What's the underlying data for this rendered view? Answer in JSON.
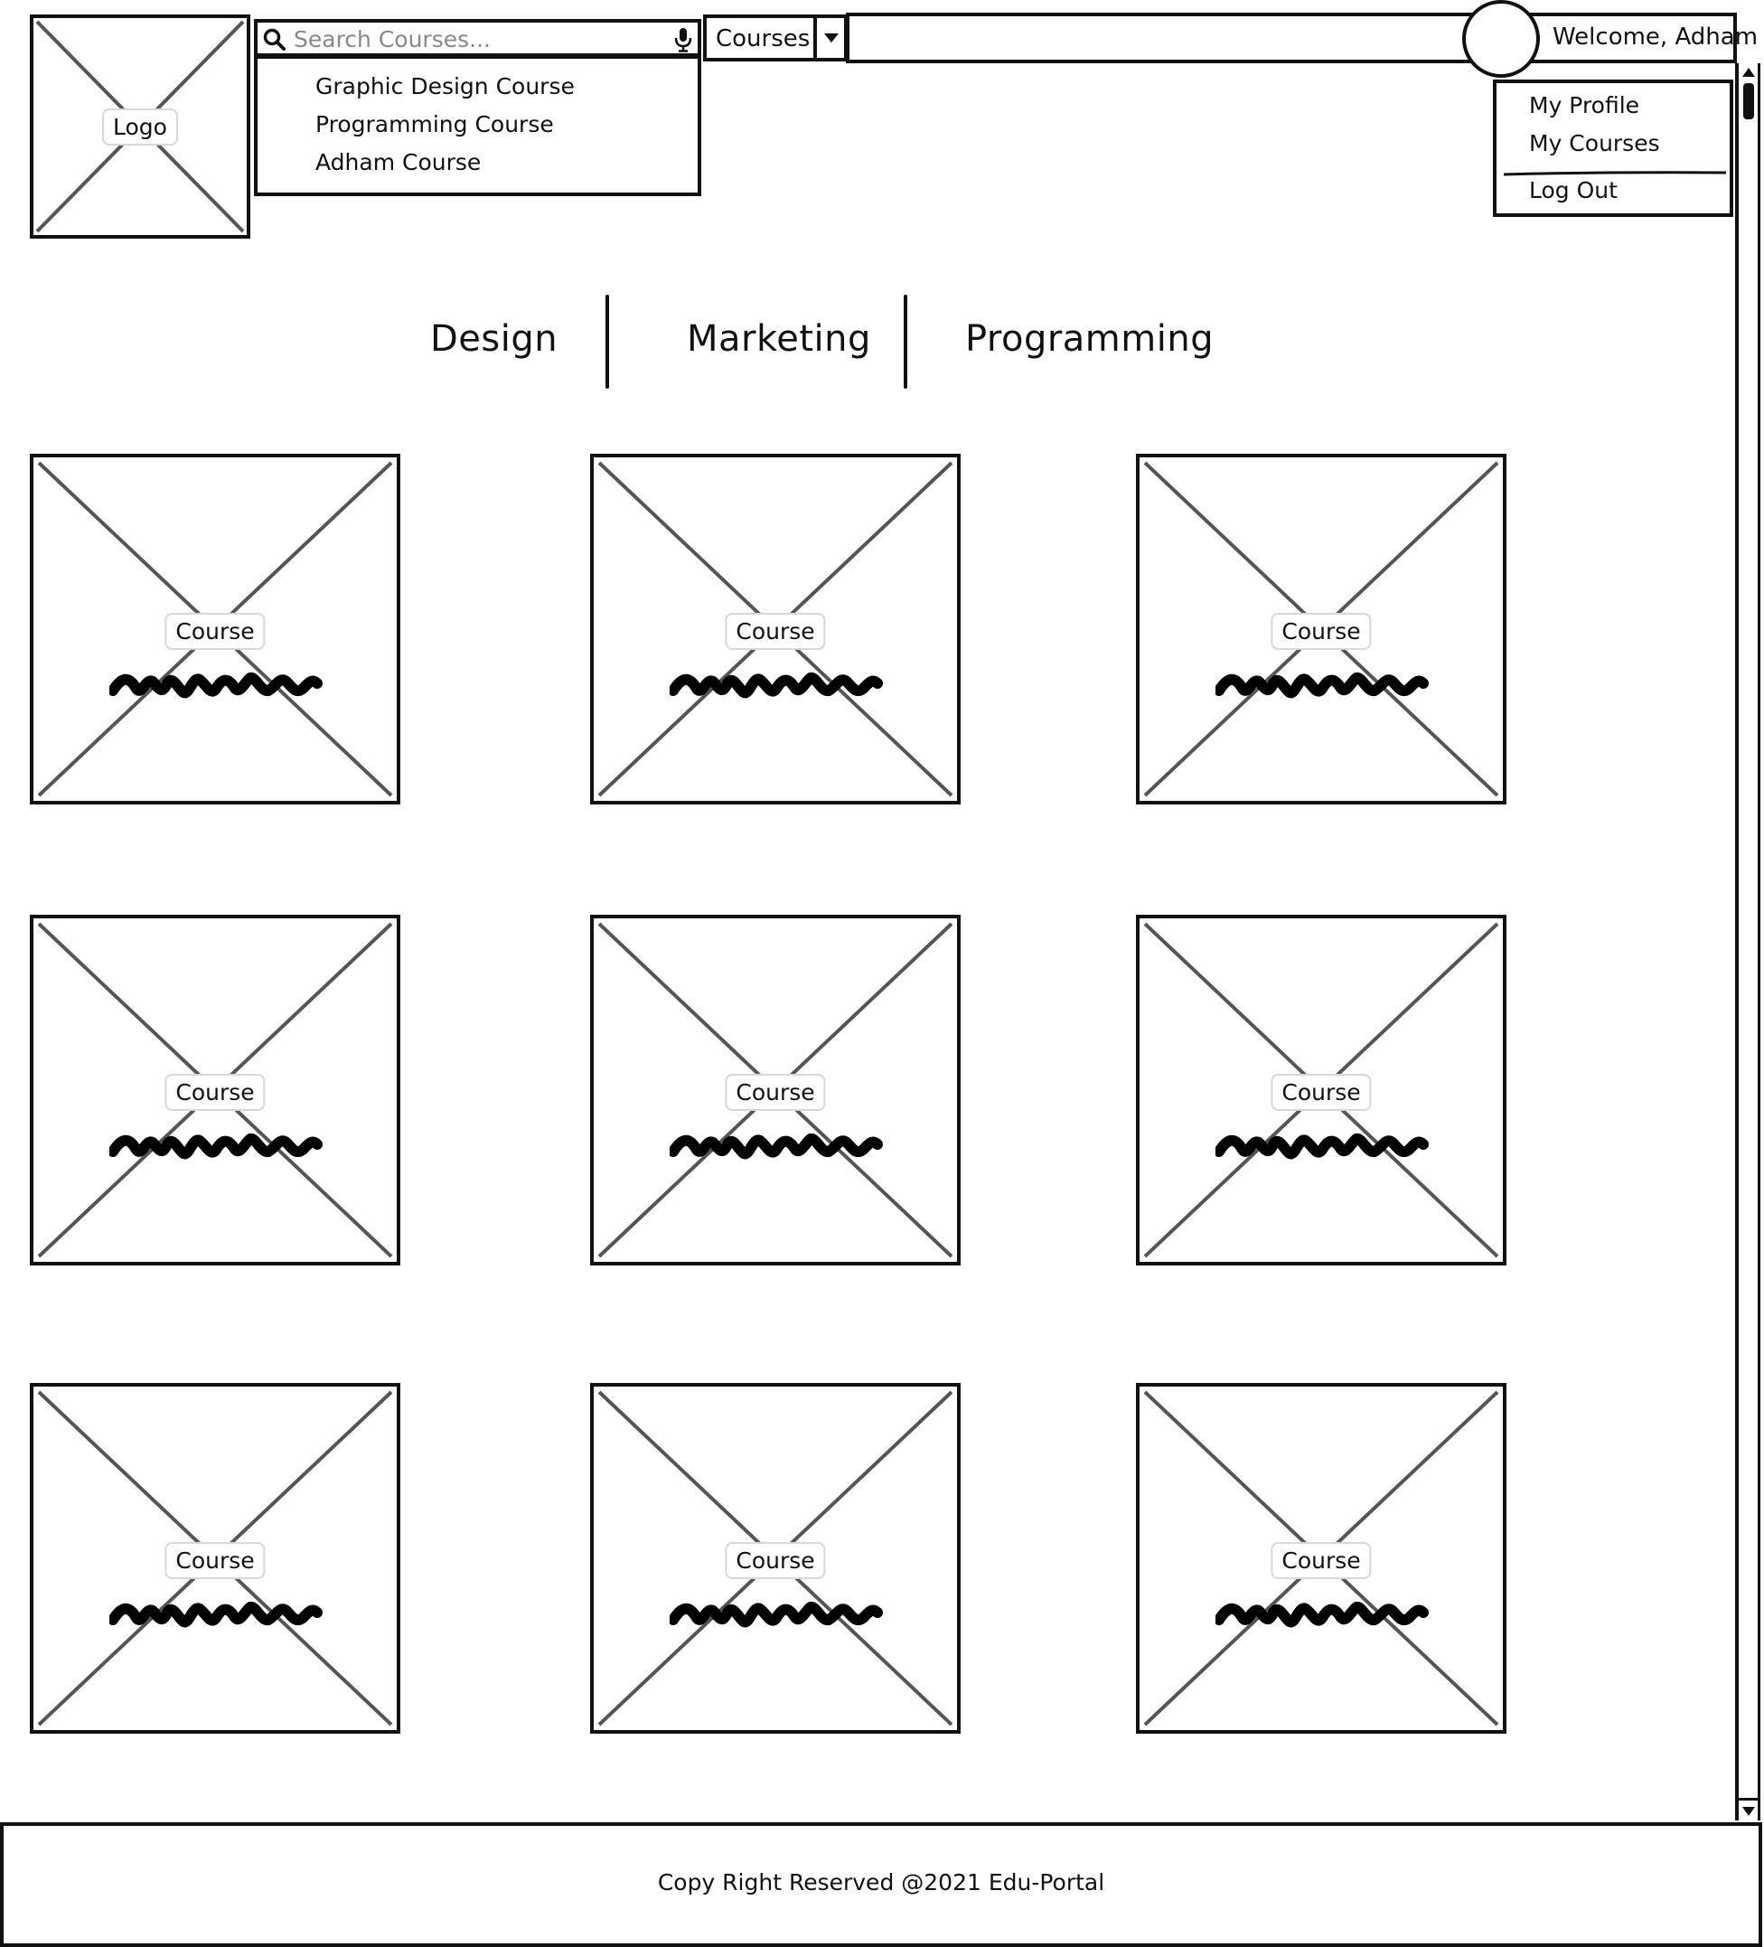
{
  "header": {
    "logo_label": "Logo",
    "search": {
      "placeholder": "Search Courses...",
      "value": ""
    },
    "search_suggestions": [
      "Graphic Design Course",
      "Programming Course",
      "Adham Course"
    ],
    "courses_dropdown": {
      "selected": "Courses"
    },
    "welcome_text": "Welcome, Adham"
  },
  "user_menu": {
    "items": [
      "My Profile",
      "My Courses",
      "Log Out"
    ]
  },
  "categories": [
    "Design",
    "Marketing",
    "Programming"
  ],
  "cards": [
    {
      "label": "Course"
    },
    {
      "label": "Course"
    },
    {
      "label": "Course"
    },
    {
      "label": "Course"
    },
    {
      "label": "Course"
    },
    {
      "label": "Course"
    },
    {
      "label": "Course"
    },
    {
      "label": "Course"
    },
    {
      "label": "Course"
    }
  ],
  "footer": {
    "text": "Copy Right Reserved @2021 Edu-Portal"
  },
  "icons": {
    "search": "search-icon",
    "mic": "microphone-icon",
    "dropdown": "chevron-down-icon",
    "scroll_up": "scroll-up-arrow-icon",
    "scroll_down": "scroll-down-arrow-icon"
  }
}
